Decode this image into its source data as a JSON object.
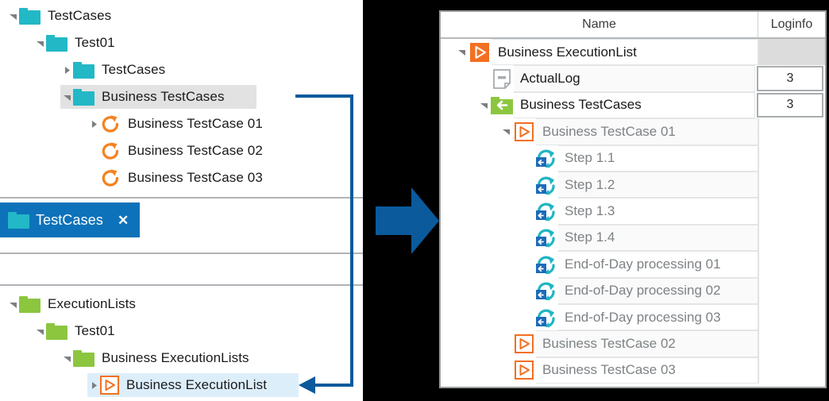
{
  "left_panel": {
    "testcases_tree": {
      "nodes": [
        {
          "label": "TestCases",
          "icon": "folder-teal-icon",
          "indent": 0,
          "expander": "expanded",
          "selected": false
        },
        {
          "label": "Test01",
          "icon": "folder-teal-icon",
          "indent": 1,
          "expander": "expanded",
          "selected": false
        },
        {
          "label": "TestCases",
          "icon": "folder-teal-icon",
          "indent": 2,
          "expander": "collapsed",
          "selected": false
        },
        {
          "label": "Business TestCases",
          "icon": "folder-teal-icon",
          "indent": 2,
          "expander": "expanded",
          "selected": true
        },
        {
          "label": "Business TestCase 01",
          "icon": "testcase-orange-icon",
          "indent": 3,
          "expander": "collapsed",
          "selected": false
        },
        {
          "label": "Business TestCase 02",
          "icon": "testcase-orange-icon",
          "indent": 3,
          "expander": "none",
          "selected": false
        },
        {
          "label": "Business TestCase 03",
          "icon": "testcase-orange-icon",
          "indent": 3,
          "expander": "none",
          "selected": false
        }
      ]
    },
    "tab": {
      "label": "TestCases",
      "icon": "folder-teal-icon",
      "close": "✕"
    },
    "executionlists_tree": {
      "nodes": [
        {
          "label": "ExecutionLists",
          "icon": "folder-green-icon",
          "indent": 0,
          "expander": "expanded",
          "selected": false
        },
        {
          "label": "Test01",
          "icon": "folder-green-icon",
          "indent": 1,
          "expander": "expanded",
          "selected": false
        },
        {
          "label": "Business ExecutionLists",
          "icon": "folder-green-icon",
          "indent": 2,
          "expander": "expanded",
          "selected": false
        },
        {
          "label": "Business ExecutionList",
          "icon": "executionlist-orange-icon",
          "indent": 3,
          "expander": "collapsed",
          "selected": true
        }
      ]
    }
  },
  "flow_arrow": {
    "icon": "big-right-arrow-icon",
    "color": "#0a5a9c"
  },
  "grid": {
    "columns": [
      {
        "key": "name",
        "label": "Name"
      },
      {
        "key": "loginfo",
        "label": "Loginfo"
      }
    ],
    "rows": [
      {
        "name": "Business ExecutionList",
        "icon": "executionlist-orange-filled-icon",
        "indent": 0,
        "expander": "expanded",
        "loginfo": "",
        "loginfo_style": "shade",
        "text": "dark",
        "cell": "white"
      },
      {
        "name": "ActualLog",
        "icon": "log-document-icon",
        "indent": 1,
        "expander": "none",
        "loginfo": "3",
        "loginfo_style": "value",
        "text": "dark",
        "cell": "lite"
      },
      {
        "name": "Business TestCases",
        "icon": "folder-green-back-icon",
        "indent": 1,
        "expander": "expanded",
        "loginfo": "3",
        "loginfo_style": "value",
        "text": "dark",
        "cell": "white"
      },
      {
        "name": "Business TestCase 01",
        "icon": "executionlist-orange-outline-icon",
        "indent": 2,
        "expander": "expanded",
        "loginfo": "",
        "loginfo_style": "plain",
        "text": "grey",
        "cell": "lite"
      },
      {
        "name": "Step 1.1",
        "icon": "step-sync-icon",
        "indent": 3,
        "expander": "none",
        "loginfo": "",
        "loginfo_style": "plain",
        "text": "grey",
        "cell": "white"
      },
      {
        "name": "Step 1.2",
        "icon": "step-sync-icon",
        "indent": 3,
        "expander": "none",
        "loginfo": "",
        "loginfo_style": "plain",
        "text": "grey",
        "cell": "lite"
      },
      {
        "name": "Step 1.3",
        "icon": "step-sync-icon",
        "indent": 3,
        "expander": "none",
        "loginfo": "",
        "loginfo_style": "plain",
        "text": "grey",
        "cell": "white"
      },
      {
        "name": "Step 1.4",
        "icon": "step-sync-icon",
        "indent": 3,
        "expander": "none",
        "loginfo": "",
        "loginfo_style": "plain",
        "text": "grey",
        "cell": "lite"
      },
      {
        "name": "End-of-Day processing 01",
        "icon": "step-sync-icon",
        "indent": 3,
        "expander": "none",
        "loginfo": "",
        "loginfo_style": "plain",
        "text": "grey",
        "cell": "white"
      },
      {
        "name": "End-of-Day processing 02",
        "icon": "step-sync-icon",
        "indent": 3,
        "expander": "none",
        "loginfo": "",
        "loginfo_style": "plain",
        "text": "grey",
        "cell": "lite"
      },
      {
        "name": "End-of-Day processing 03",
        "icon": "step-sync-icon",
        "indent": 3,
        "expander": "none",
        "loginfo": "",
        "loginfo_style": "plain",
        "text": "grey",
        "cell": "white"
      },
      {
        "name": "Business TestCase 02",
        "icon": "executionlist-orange-outline-icon",
        "indent": 2,
        "expander": "none",
        "loginfo": "",
        "loginfo_style": "plain",
        "text": "grey",
        "cell": "lite"
      },
      {
        "name": "Business TestCase 03",
        "icon": "executionlist-orange-outline-icon",
        "indent": 2,
        "expander": "none",
        "loginfo": "",
        "loginfo_style": "plain",
        "text": "grey",
        "cell": "white"
      }
    ]
  },
  "colors": {
    "folder_teal": "#22b8c6",
    "folder_green": "#8cc63f",
    "accent_orange": "#f36f21",
    "selection_blue": "#ddeefb",
    "selection_grey": "#e2e2e2",
    "tab_blue": "#0d72ba",
    "connector_blue": "#0a5a9c",
    "step_teal": "#20b5c4",
    "step_blue": "#1d6bb8"
  }
}
